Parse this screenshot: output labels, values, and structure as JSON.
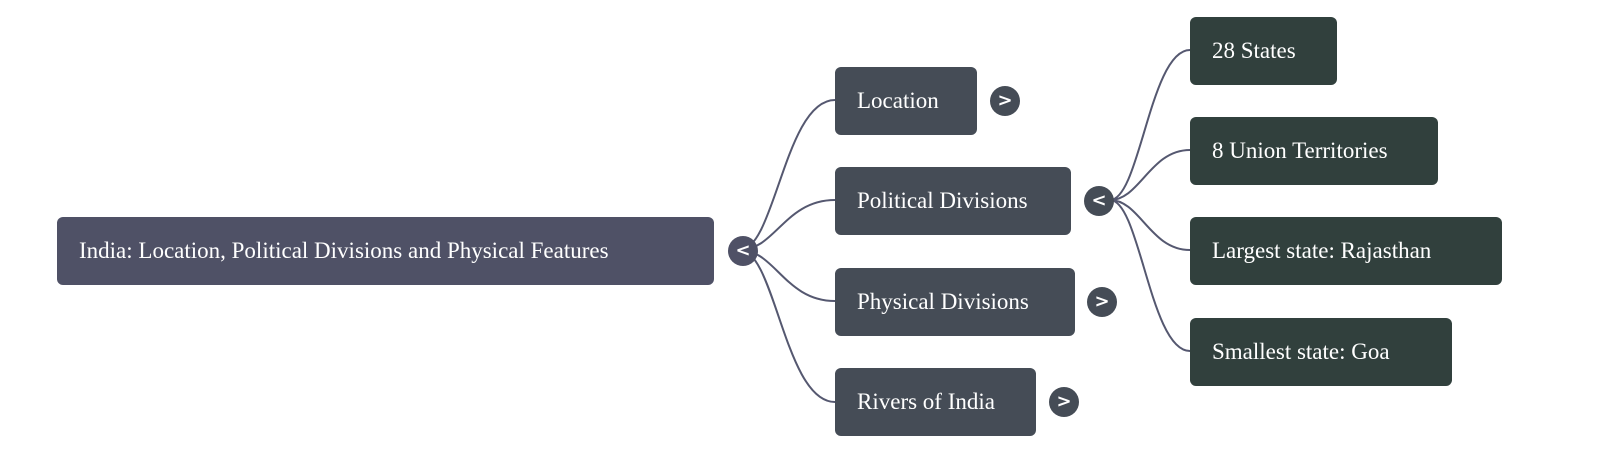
{
  "mindmap": {
    "root": {
      "label": "India: Location, Political Divisions and Physical Features",
      "toggle": "<",
      "expanded": true
    },
    "branches": [
      {
        "label": "Location",
        "toggle": ">",
        "expanded": false
      },
      {
        "label": "Political Divisions",
        "toggle": "<",
        "expanded": true,
        "children": [
          {
            "label": "28 States"
          },
          {
            "label": "8 Union Territories"
          },
          {
            "label": "Largest state: Rajasthan"
          },
          {
            "label": "Smallest state: Goa"
          }
        ]
      },
      {
        "label": "Physical Divisions",
        "toggle": ">",
        "expanded": false
      },
      {
        "label": "Rivers of India",
        "toggle": ">",
        "expanded": false
      }
    ]
  },
  "colors": {
    "root_fill": "#4f5166",
    "branch_fill": "#454c56",
    "leaf_fill": "#31403d",
    "link_stroke": "#555870",
    "text": "#ffffff"
  }
}
